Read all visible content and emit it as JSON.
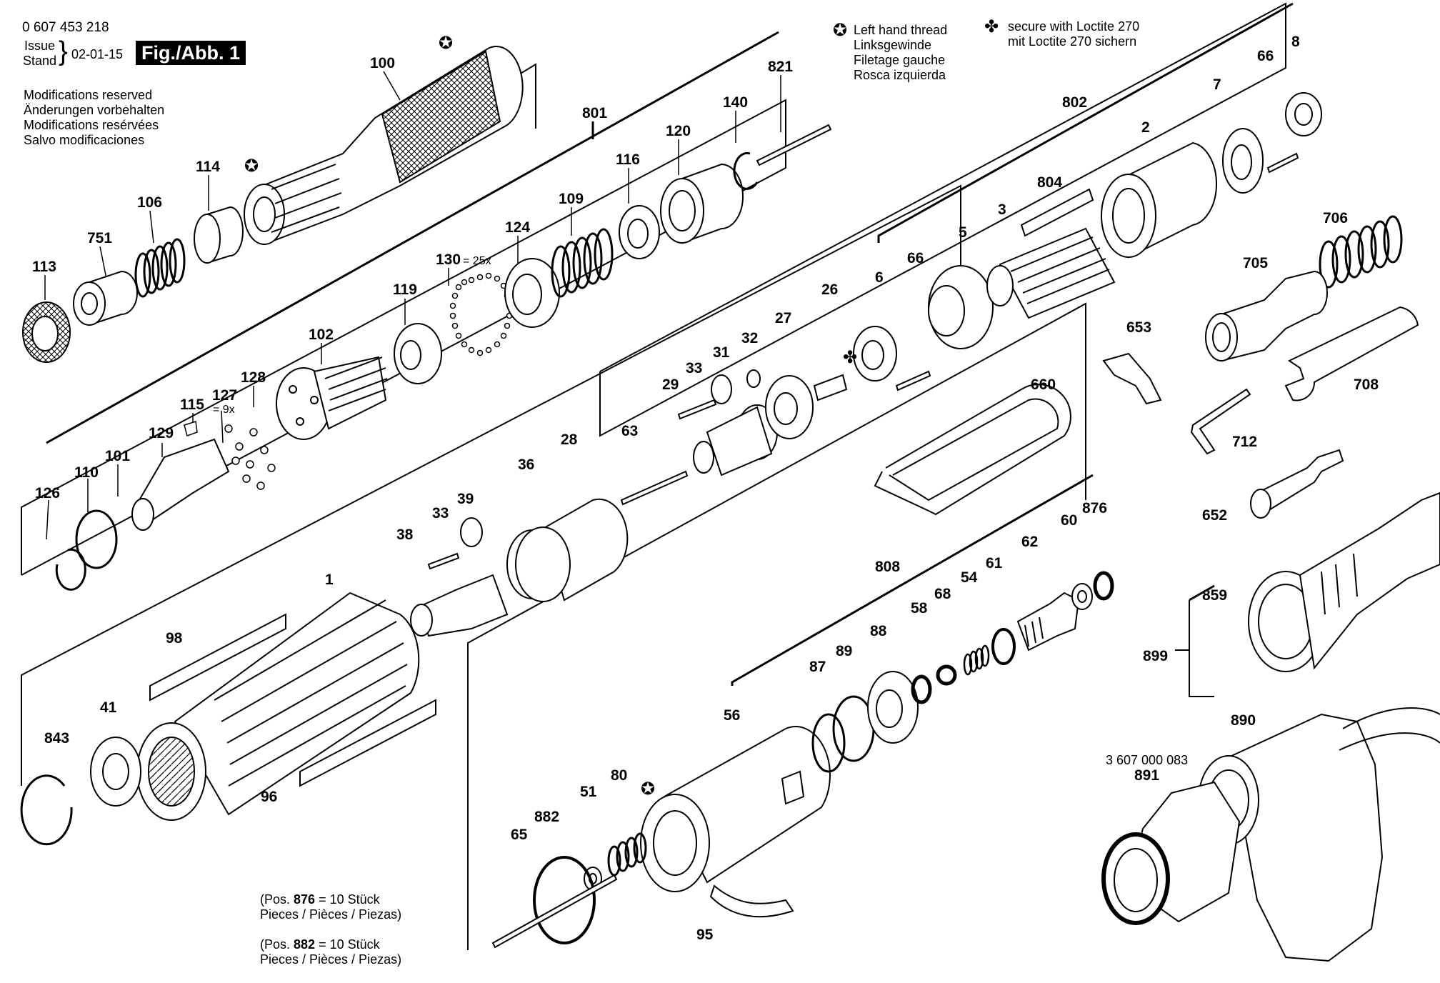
{
  "header": {
    "part_number": "0 607 453 218",
    "issue_label": "Issue",
    "stand_label": "Stand",
    "date": "02-01-15",
    "figure": "Fig./Abb. 1"
  },
  "modifications": [
    "Modifications reserved",
    "Änderungen vorbehalten",
    "Modifications resérvées",
    "Salvo modificaciones"
  ],
  "legend_thread": {
    "symbol": "✪",
    "lines": [
      "Left hand thread",
      "Linksgewinde",
      "Filetage gauche",
      "Rosca izquierda"
    ]
  },
  "legend_loctite": {
    "symbol": "✤",
    "lines": [
      "secure with Loctite 270",
      "mit Loctite 270 sichern"
    ]
  },
  "notes": [
    {
      "line1_pre": "(Pos. ",
      "line1_bold": "876",
      "line1_post": " = 10 Stück",
      "line2": " Pieces / Pièces / Piezas)"
    },
    {
      "line1_pre": "(Pos. ",
      "line1_bold": "882",
      "line1_post": " = 10 Stück",
      "line2": " Pieces / Pièces / Piezas)"
    }
  ],
  "sub_part_number": "3 607 000 083",
  "callouts": [
    {
      "id": "c100",
      "label": "100"
    },
    {
      "id": "c113",
      "label": "113"
    },
    {
      "id": "c751",
      "label": "751"
    },
    {
      "id": "c106",
      "label": "106"
    },
    {
      "id": "c114",
      "label": "114"
    },
    {
      "id": "c801",
      "label": "801"
    },
    {
      "id": "c821",
      "label": "821"
    },
    {
      "id": "c140",
      "label": "140"
    },
    {
      "id": "c120",
      "label": "120"
    },
    {
      "id": "c116",
      "label": "116"
    },
    {
      "id": "c109",
      "label": "109"
    },
    {
      "id": "c124",
      "label": "124"
    },
    {
      "id": "c130",
      "label": "130"
    },
    {
      "id": "c119",
      "label": "119"
    },
    {
      "id": "c102",
      "label": "102"
    },
    {
      "id": "c128",
      "label": "128"
    },
    {
      "id": "c127",
      "label": "127"
    },
    {
      "id": "c115",
      "label": "115"
    },
    {
      "id": "c129",
      "label": "129"
    },
    {
      "id": "c101",
      "label": "101"
    },
    {
      "id": "c110",
      "label": "110"
    },
    {
      "id": "c126",
      "label": "126"
    },
    {
      "id": "c802",
      "label": "802"
    },
    {
      "id": "c804",
      "label": "804"
    },
    {
      "id": "c2",
      "label": "2"
    },
    {
      "id": "c7",
      "label": "7"
    },
    {
      "id": "c66a",
      "label": "66"
    },
    {
      "id": "c8",
      "label": "8"
    },
    {
      "id": "c3",
      "label": "3"
    },
    {
      "id": "c5",
      "label": "5"
    },
    {
      "id": "c66b",
      "label": "66"
    },
    {
      "id": "c6",
      "label": "6"
    },
    {
      "id": "c26",
      "label": "26"
    },
    {
      "id": "c27",
      "label": "27"
    },
    {
      "id": "c32",
      "label": "32"
    },
    {
      "id": "c31",
      "label": "31"
    },
    {
      "id": "c33a",
      "label": "33"
    },
    {
      "id": "c29",
      "label": "29"
    },
    {
      "id": "c63",
      "label": "63"
    },
    {
      "id": "c28",
      "label": "28"
    },
    {
      "id": "c36",
      "label": "36"
    },
    {
      "id": "c39",
      "label": "39"
    },
    {
      "id": "c33b",
      "label": "33"
    },
    {
      "id": "c38",
      "label": "38"
    },
    {
      "id": "c1",
      "label": "1"
    },
    {
      "id": "c98",
      "label": "98"
    },
    {
      "id": "c41",
      "label": "41"
    },
    {
      "id": "c843",
      "label": "843"
    },
    {
      "id": "c96",
      "label": "96"
    },
    {
      "id": "c706",
      "label": "706"
    },
    {
      "id": "c705",
      "label": "705"
    },
    {
      "id": "c653",
      "label": "653"
    },
    {
      "id": "c708",
      "label": "708"
    },
    {
      "id": "c660",
      "label": "660"
    },
    {
      "id": "c712",
      "label": "712"
    },
    {
      "id": "c652",
      "label": "652"
    },
    {
      "id": "c876",
      "label": "876"
    },
    {
      "id": "c60",
      "label": "60"
    },
    {
      "id": "c62",
      "label": "62"
    },
    {
      "id": "c61",
      "label": "61"
    },
    {
      "id": "c54",
      "label": "54"
    },
    {
      "id": "c68",
      "label": "68"
    },
    {
      "id": "c58",
      "label": "58"
    },
    {
      "id": "c808",
      "label": "808"
    },
    {
      "id": "c88",
      "label": "88"
    },
    {
      "id": "c89",
      "label": "89"
    },
    {
      "id": "c87",
      "label": "87"
    },
    {
      "id": "c56",
      "label": "56"
    },
    {
      "id": "c859",
      "label": "859"
    },
    {
      "id": "c899",
      "label": "899"
    },
    {
      "id": "c890",
      "label": "890"
    },
    {
      "id": "c891",
      "label": "891"
    },
    {
      "id": "c80",
      "label": "80"
    },
    {
      "id": "c51",
      "label": "51"
    },
    {
      "id": "c882",
      "label": "882"
    },
    {
      "id": "c65",
      "label": "65"
    },
    {
      "id": "c95",
      "label": "95"
    }
  ],
  "quantity_notes": [
    {
      "id": "q130",
      "label": "= 25x"
    },
    {
      "id": "q127",
      "label": "= 9x"
    }
  ]
}
